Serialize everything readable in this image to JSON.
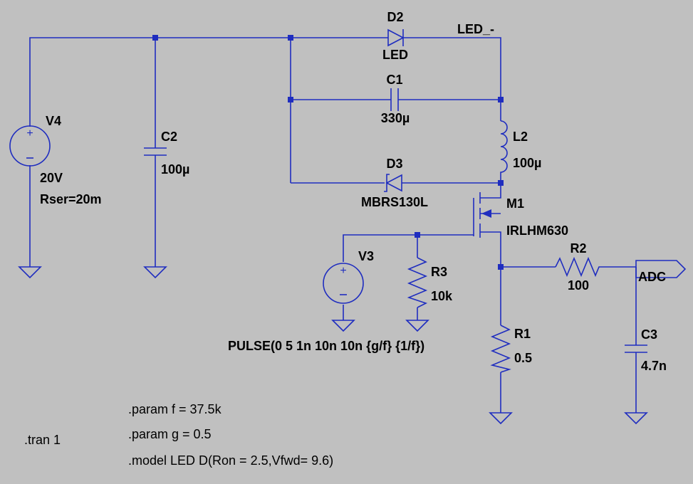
{
  "colors": {
    "background": "#c0c0c0",
    "wire": "#1f2dbf",
    "junction": "#1f2dbf",
    "text": "#000000"
  },
  "components": {
    "v4": {
      "ref": "V4",
      "value": "20V",
      "extra": "Rser=20m"
    },
    "c2": {
      "ref": "C2",
      "value": "100µ"
    },
    "d2": {
      "ref": "D2",
      "value": "LED"
    },
    "c1": {
      "ref": "C1",
      "value": "330µ"
    },
    "l2": {
      "ref": "L2",
      "value": "100µ"
    },
    "d3": {
      "ref": "D3",
      "value": "MBRS130L"
    },
    "m1": {
      "ref": "M1",
      "value": "IRLHM630"
    },
    "v3": {
      "ref": "V3",
      "value": "PULSE(0 5 1n 10n 10n {g/f} {1/f})"
    },
    "r3": {
      "ref": "R3",
      "value": "10k"
    },
    "r2": {
      "ref": "R2",
      "value": "100"
    },
    "r1": {
      "ref": "R1",
      "value": "0.5"
    },
    "c3": {
      "ref": "C3",
      "value": "4.7n"
    }
  },
  "nets": {
    "led_minus": "LED_-",
    "adc": "ADC"
  },
  "directives": {
    "tran": ".tran 1",
    "param_f": ".param f = 37.5k",
    "param_g": ".param g = 0.5",
    "model": ".model LED D(Ron = 2.5,Vfwd= 9.6)"
  }
}
